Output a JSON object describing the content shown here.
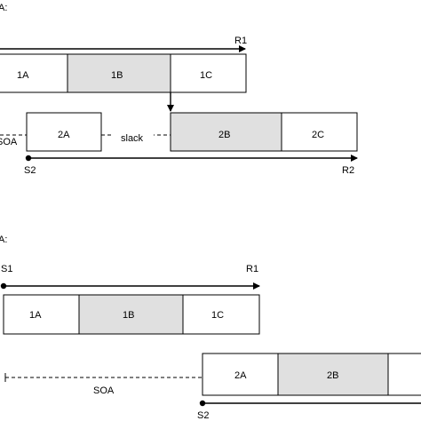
{
  "top": {
    "heading": "A:",
    "response_label": "R1",
    "boxes": [
      "1A",
      "1B",
      "1C"
    ],
    "soa_label": "SOA",
    "task2_boxes": [
      "2A",
      "2B",
      "2C"
    ],
    "slack_label": "slack",
    "stimulus2_label": "S2",
    "response2_label": "R2"
  },
  "bottom": {
    "heading": "A:",
    "stimulus1_label": "S1",
    "response1_label": "R1",
    "boxes": [
      "1A",
      "1B",
      "1C"
    ],
    "soa_label": "SOA",
    "task2_boxes": [
      "2A",
      "2B"
    ],
    "stimulus2_label": "S2"
  },
  "colors": {
    "shaded_box": "#e0e0e0",
    "plain_box": "#ffffff",
    "line": "#000000"
  }
}
